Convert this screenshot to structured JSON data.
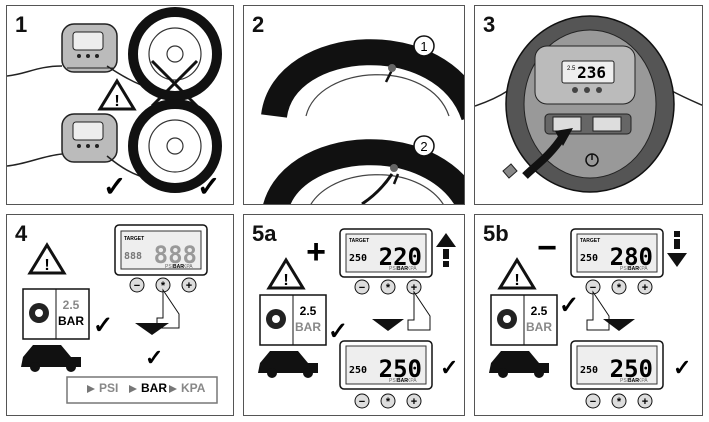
{
  "panels": [
    {
      "label": "1"
    },
    {
      "label": "2"
    },
    {
      "label": "3"
    },
    {
      "label": "4"
    },
    {
      "label": "5a"
    },
    {
      "label": "5b"
    }
  ],
  "callouts": {
    "one": "1",
    "two": "2"
  },
  "lcd": {
    "target": "TARGET",
    "units": {
      "psi": "PSI",
      "bar": "BAR",
      "kpa": "KPA"
    },
    "p3_small": "2.5",
    "p3_main": "236",
    "p4_main": "888",
    "p4_small": "888",
    "p5a_top_small": "250",
    "p5a_top_main": "220",
    "p5a_bottom_small": "250",
    "p5a_bottom_main": "250",
    "p5b_top_small": "250",
    "p5b_top_main": "280",
    "p5b_bottom_small": "250",
    "p5b_bottom_main": "250"
  },
  "book": {
    "value": "2.5",
    "unit": "BAR"
  },
  "symbols": {
    "plus": "+",
    "minus": "−",
    "minus_small": "−",
    "plus_small": "+",
    "star": "*",
    "check": "✓",
    "warning": "!"
  },
  "unit_cycle": [
    "PSI",
    "BAR",
    "KPA"
  ]
}
